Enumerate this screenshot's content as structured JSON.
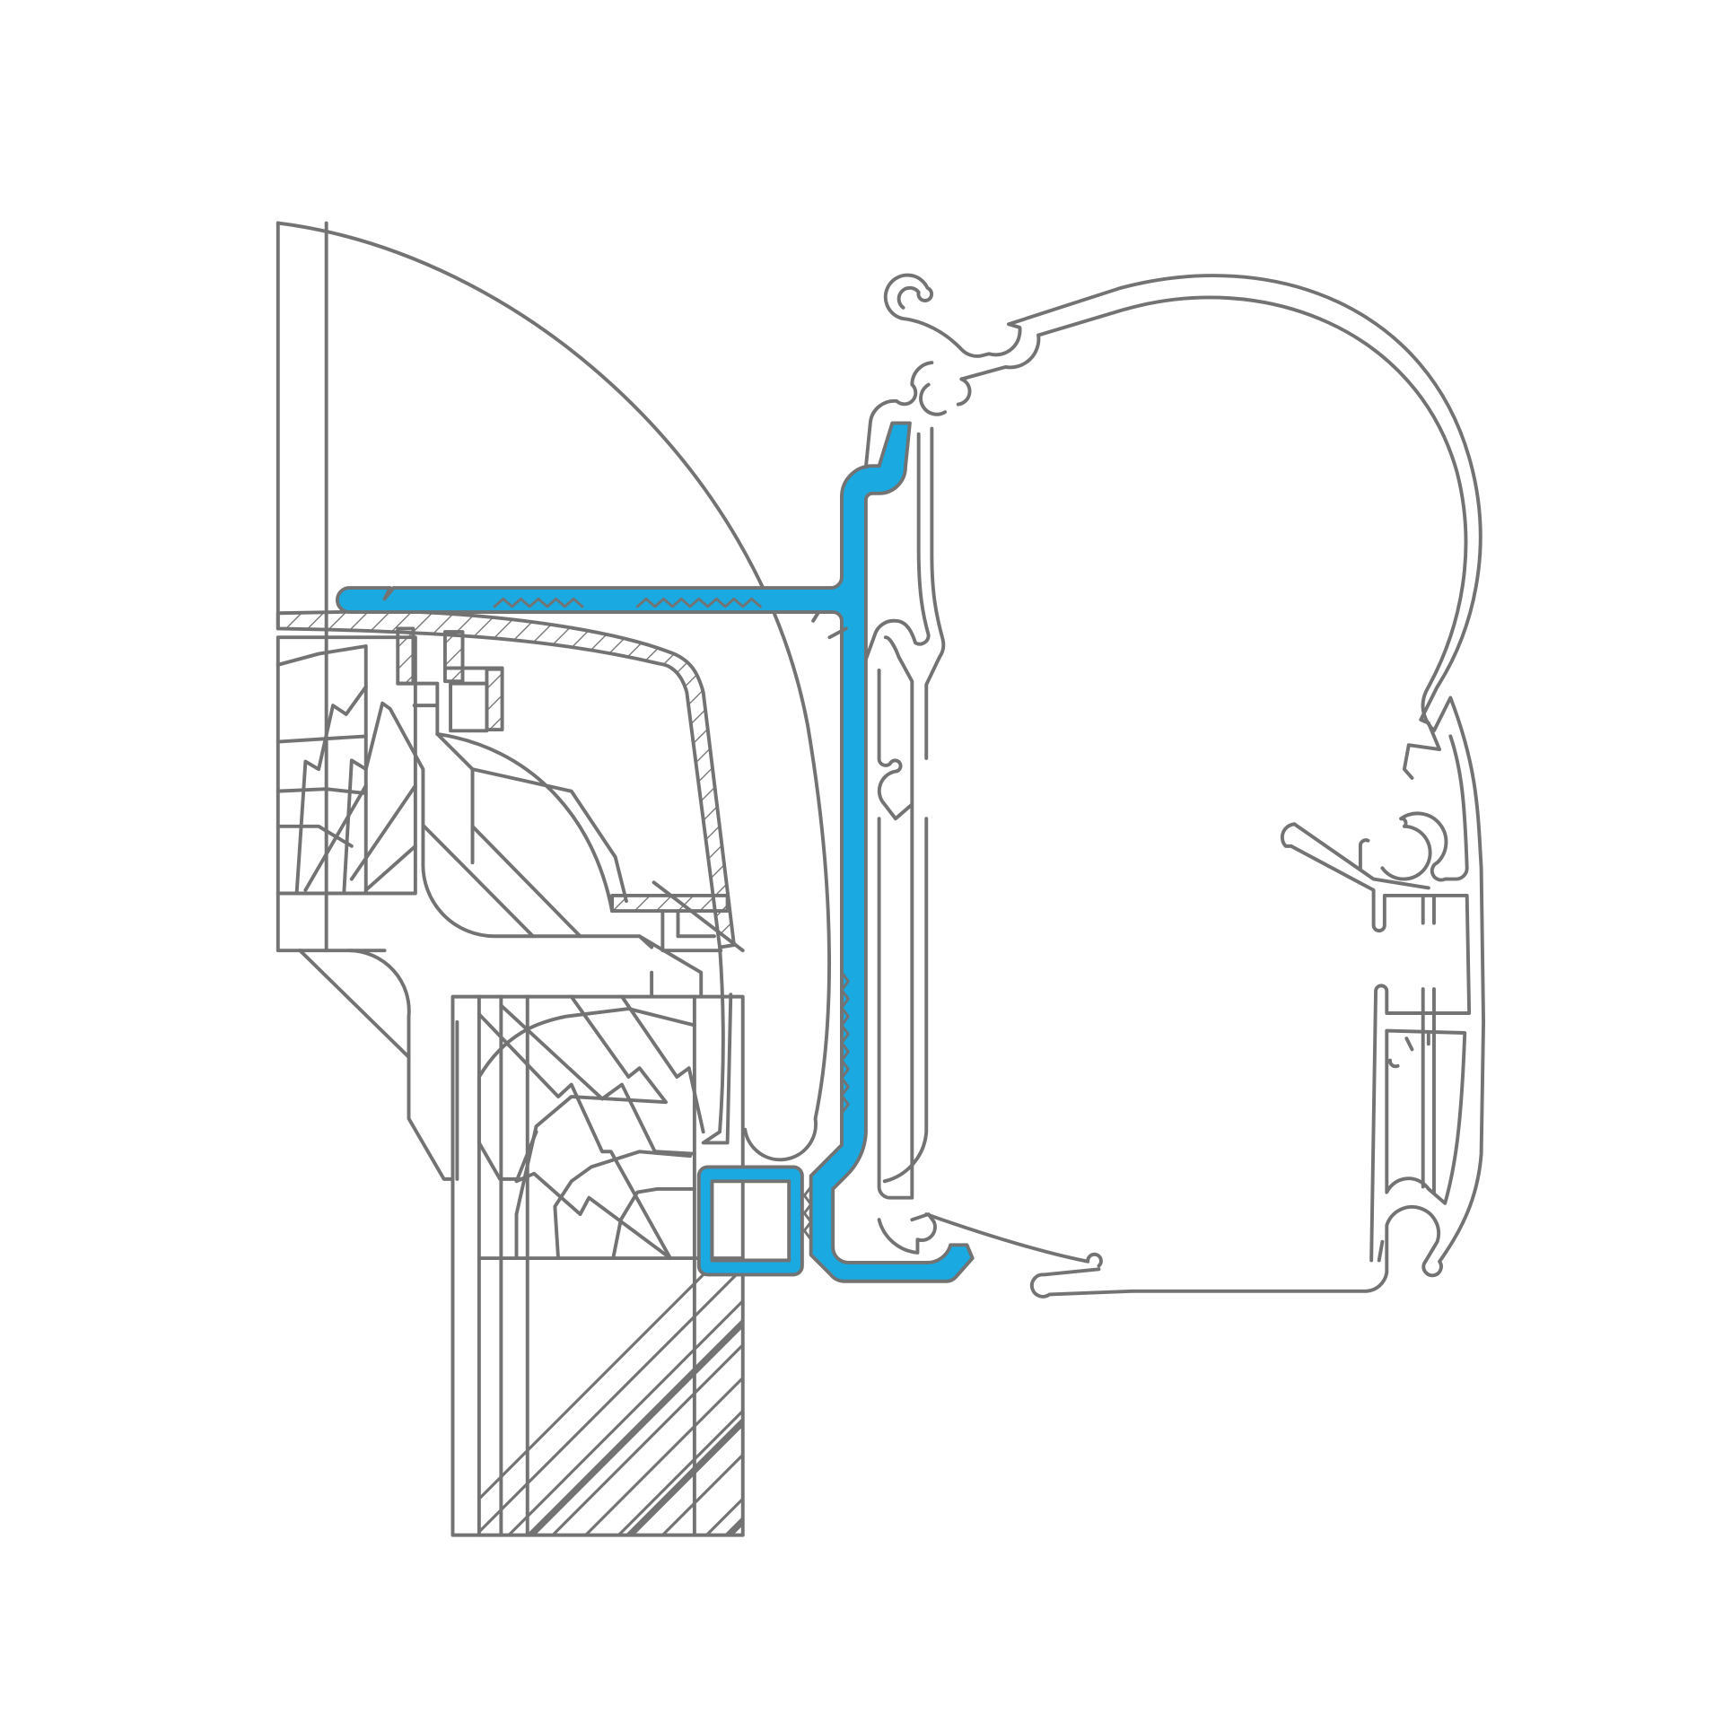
{
  "diagram": {
    "type": "technical cross-section drawing",
    "colors": {
      "background": "#ffffff",
      "outline": "#737373",
      "highlight_adapter": "#1aa9e0"
    },
    "components": [
      {
        "id": "vehicle-wall-profile",
        "highlighted": false
      },
      {
        "id": "roof-curve",
        "highlighted": false
      },
      {
        "id": "wall-panel-block",
        "highlighted": false
      },
      {
        "id": "awning-adapter-rail",
        "highlighted": true
      },
      {
        "id": "awning-cassette",
        "highlighted": false
      },
      {
        "id": "awning-front-rail",
        "highlighted": false
      }
    ]
  }
}
